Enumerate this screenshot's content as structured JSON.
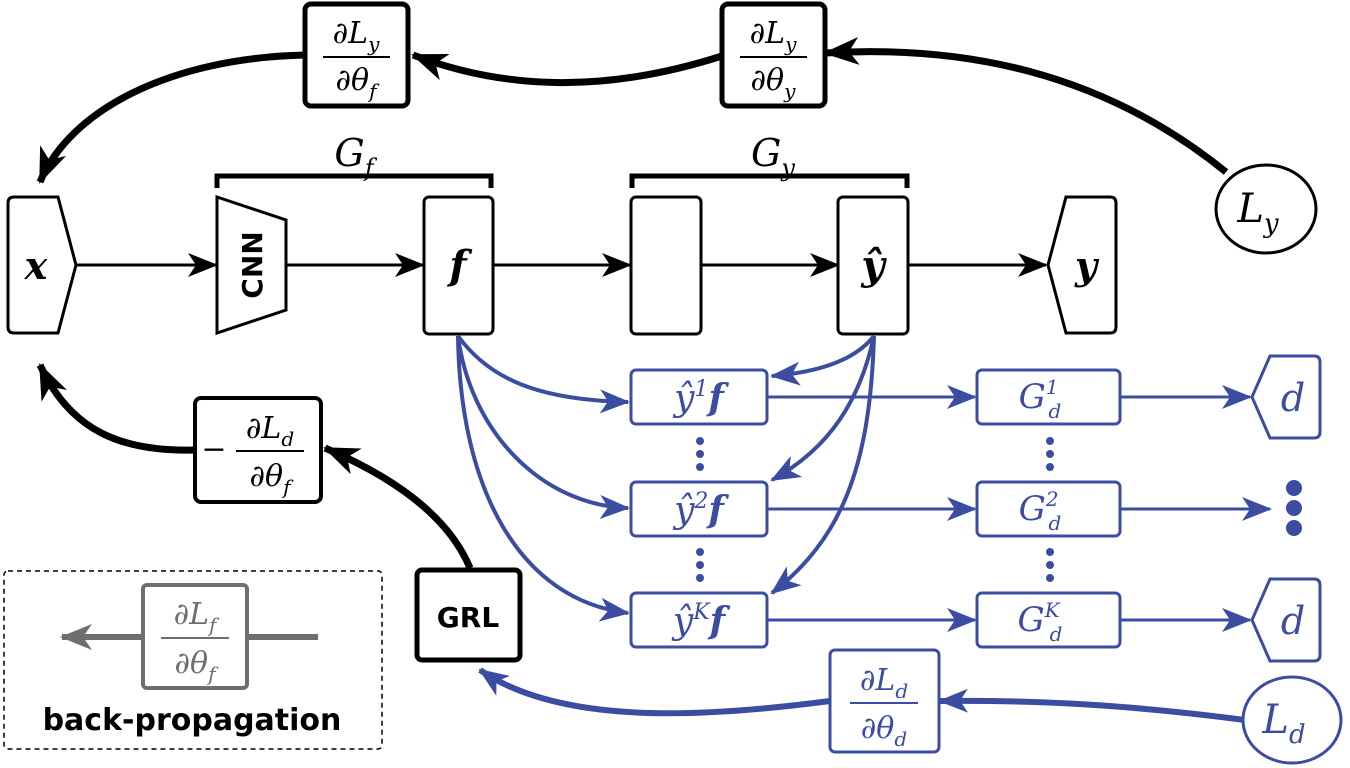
{
  "colors": {
    "black": "#000000",
    "blue": "#3B4DA0",
    "gray": "#6E6E6E"
  },
  "labels": {
    "gf": "G",
    "gf_sub": "f",
    "gy": "G",
    "gy_sub": "y",
    "x": "x",
    "cnn": "CNN",
    "f": "f",
    "yhat": "ŷ",
    "y": "y",
    "grl": "GRL",
    "d": "d",
    "back_propagation": "back-propagation"
  },
  "gradients": {
    "dly_dthf": {
      "num": "∂L",
      "num_sub": "y",
      "den": "∂θ",
      "den_sub": "f"
    },
    "dly_dthy": {
      "num": "∂L",
      "num_sub": "y",
      "den": "∂θ",
      "den_sub": "y"
    },
    "neg_dld_dthf": {
      "sign": "−",
      "num": "∂L",
      "num_sub": "d",
      "den": "∂θ",
      "den_sub": "f"
    },
    "dld_dthd": {
      "num": "∂L",
      "num_sub": "d",
      "den": "∂θ",
      "den_sub": "d"
    },
    "legend": {
      "num": "∂L",
      "num_sub": "f",
      "den": "∂θ",
      "den_sub": "f"
    }
  },
  "losses": {
    "ly": {
      "label": "L",
      "sub": "y"
    },
    "ld": {
      "label": "L",
      "sub": "d"
    }
  },
  "domain_branches": [
    {
      "input_base": "ŷ",
      "input_sup": "1",
      "input_f": "f",
      "disc": "G",
      "disc_sup": "1",
      "disc_sub": "d"
    },
    {
      "input_base": "ŷ",
      "input_sup": "2",
      "input_f": "f",
      "disc": "G",
      "disc_sup": "2",
      "disc_sub": "d"
    },
    {
      "input_base": "ŷ",
      "input_sup": "K",
      "input_f": "f",
      "disc": "G",
      "disc_sup": "K",
      "disc_sub": "d"
    }
  ]
}
